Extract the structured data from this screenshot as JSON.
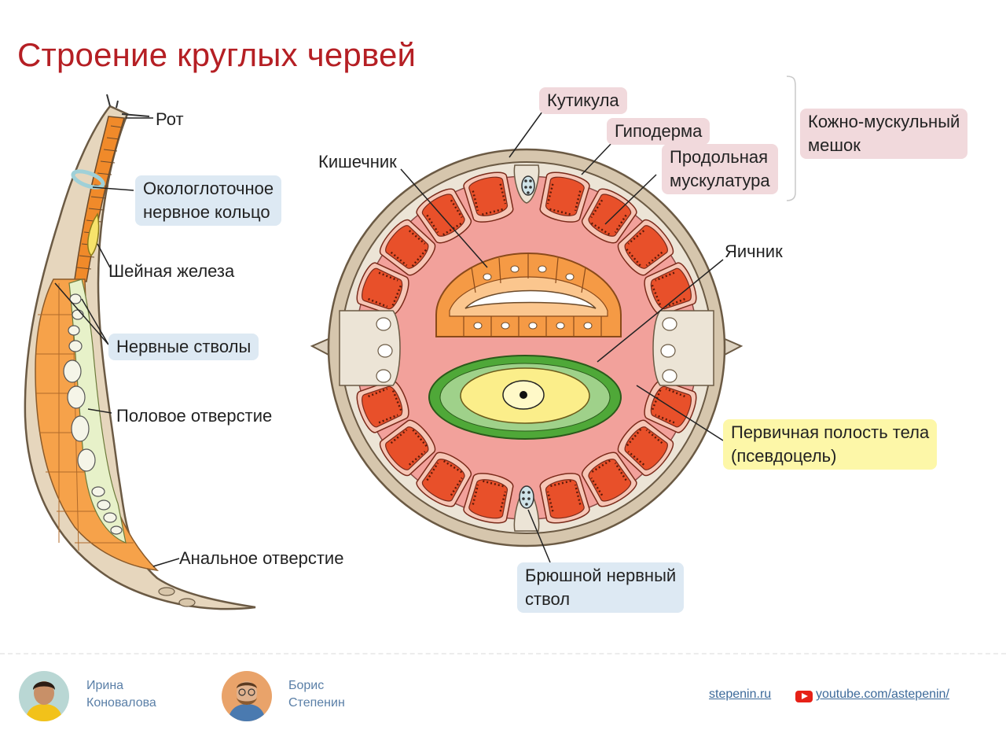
{
  "title": "Строение круглых червей",
  "colors": {
    "title": "#b51f24",
    "muscle": "#e8502a",
    "intestine": "#f59a45",
    "cavity": "#f19a94",
    "ovary": "#5aae3f"
  },
  "labels": {
    "mouth": "Рот",
    "nerve_ring_1": "Окологлоточное",
    "nerve_ring_2": "нервное кольцо",
    "neck_gland": "Шейная железа",
    "nerve_trunks": "Нервные стволы",
    "genital_opening": "Половое отверстие",
    "anal_opening": "Анальное отверстие",
    "intestine": "Кишечник",
    "cuticle": "Кутикула",
    "hypodermis": "Гиподерма",
    "long_muscle_1": "Продольная",
    "long_muscle_2": "мускулатура",
    "skin_muscle_sac_1": "Кожно-мускульный",
    "skin_muscle_sac_2": "мешок",
    "ovary": "Яичник",
    "body_cavity_1": "Первичная полость тела",
    "body_cavity_2": "(псевдоцель)",
    "ventral_nerve_1": "Брюшной нервный",
    "ventral_nerve_2": "ствол"
  },
  "footer": {
    "author1_first": "Ирина",
    "author1_last": "Коновалова",
    "author2_first": "Борис",
    "author2_last": "Степенин",
    "site": "stepenin.ru",
    "youtube": "youtube.com/astepenin/",
    "icons": [
      "avatar-irina",
      "avatar-boris",
      "youtube-icon"
    ]
  }
}
